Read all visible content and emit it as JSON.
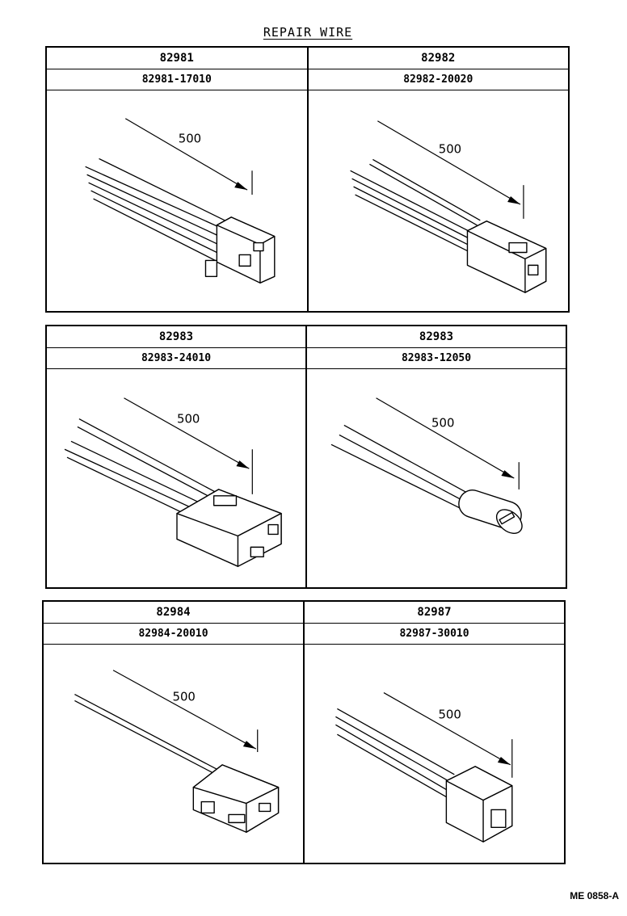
{
  "title": "REPAIR WIRE",
  "footer_code": "ME 0858-A",
  "parts": [
    {
      "header": "82981",
      "part_no": "82981-17010",
      "dimension": "500"
    },
    {
      "header": "82982",
      "part_no": "82982-20020",
      "dimension": "500"
    },
    {
      "header": "82983",
      "part_no": "82983-24010",
      "dimension": "500"
    },
    {
      "header": "82983",
      "part_no": "82983-12050",
      "dimension": "500"
    },
    {
      "header": "82984",
      "part_no": "82984-20010",
      "dimension": "500"
    },
    {
      "header": "82987",
      "part_no": "82987-30010",
      "dimension": "500"
    }
  ]
}
